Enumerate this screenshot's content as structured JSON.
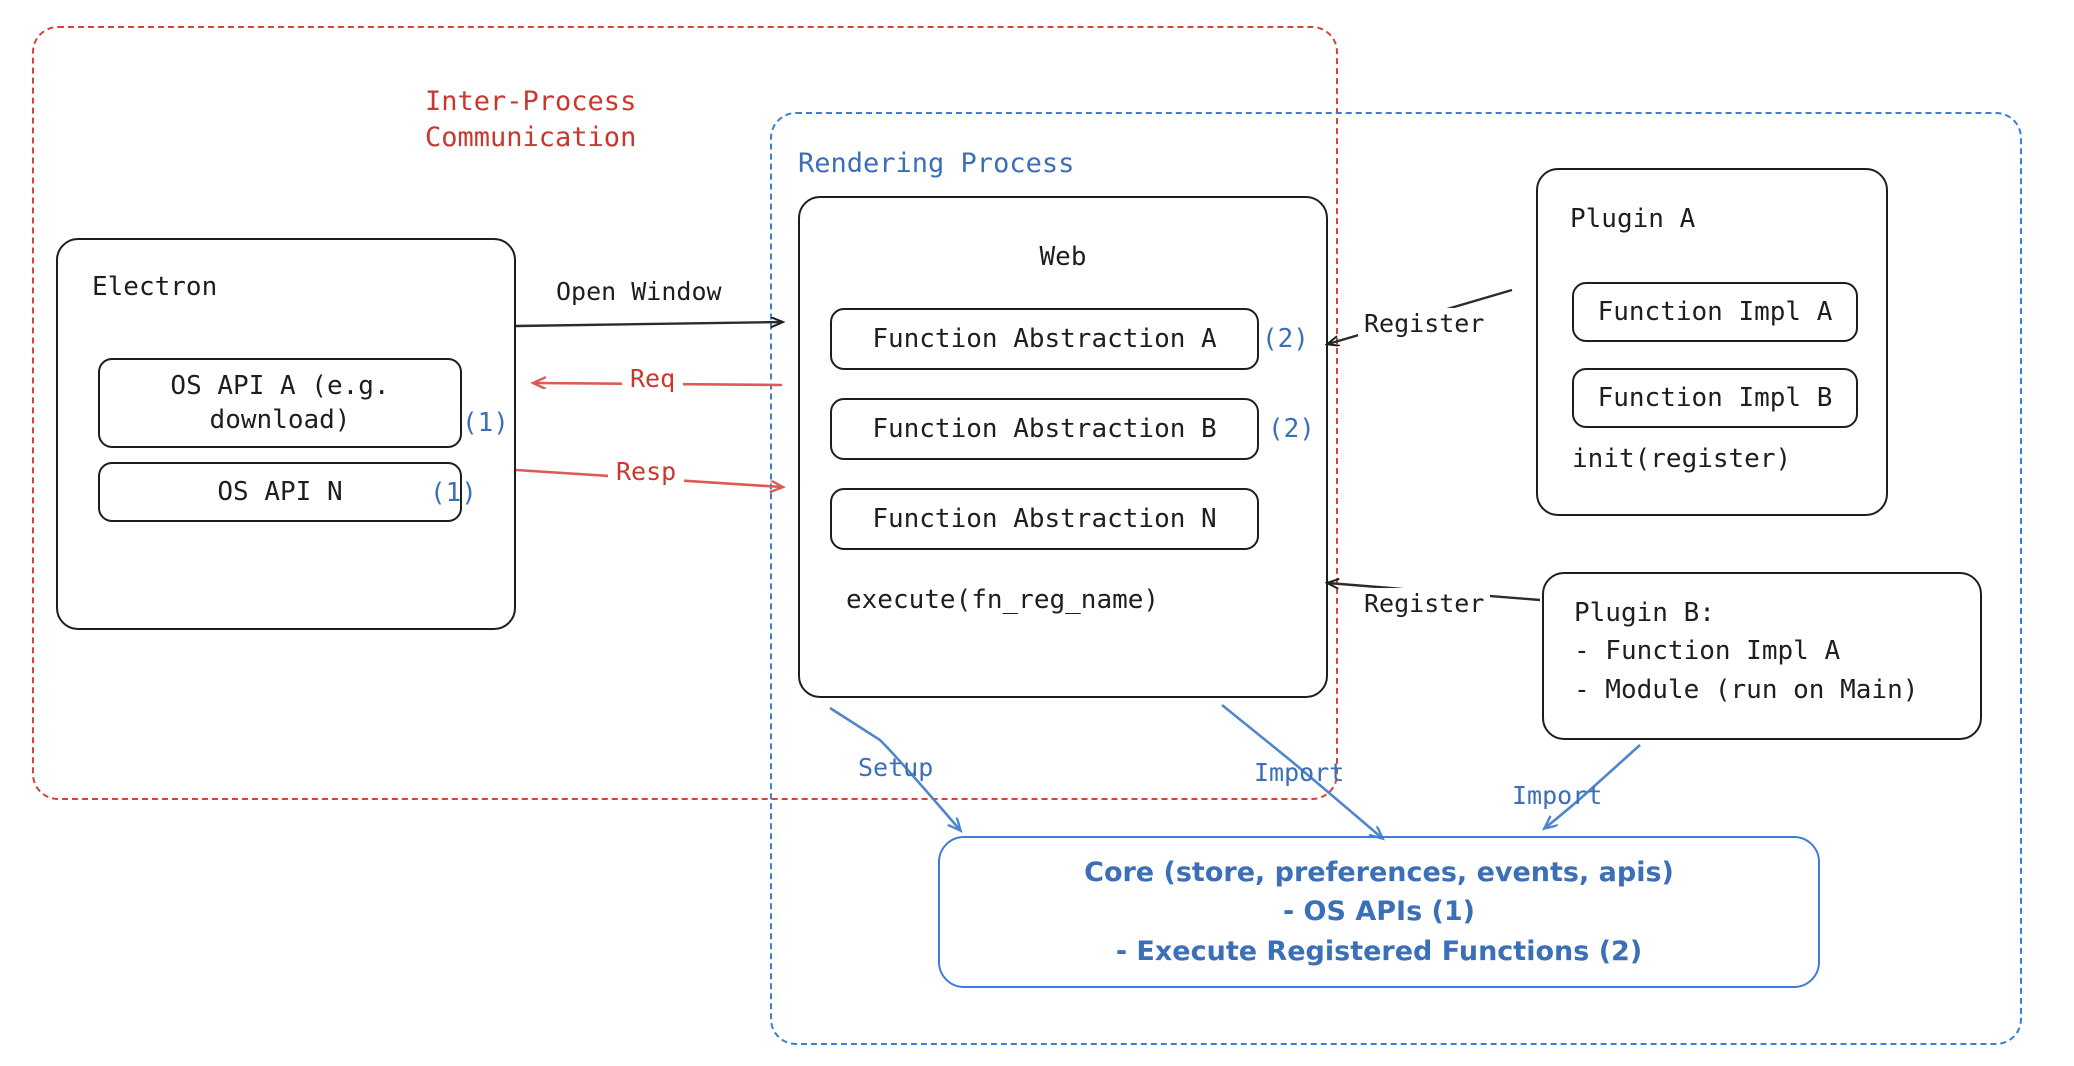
{
  "diagram": {
    "title": "Electron plugin architecture",
    "colors": {
      "ipc_red": "#c9372e",
      "dash_red": "#d1453b",
      "process_blue": "#3b6fb8",
      "dash_blue": "#3b7dd8",
      "ink": "#1e1e1e"
    },
    "containers": [
      {
        "id": "ipc",
        "label": "Inter-Process\nCommunication",
        "style": "dashed-red"
      },
      {
        "id": "rendering",
        "label": "Rendering Process",
        "style": "dashed-blue"
      }
    ],
    "nodes": {
      "electron": {
        "title": "Electron",
        "items": [
          {
            "label": "OS API A (e.g.\ndownload)",
            "marker": "(1)"
          },
          {
            "label": "OS API N",
            "marker": "(1)"
          }
        ]
      },
      "web": {
        "title": "Web",
        "items": [
          {
            "label": "Function Abstraction A",
            "marker": "(2)"
          },
          {
            "label": "Function Abstraction B",
            "marker": "(2)"
          },
          {
            "label": "Function Abstraction N",
            "marker": ""
          }
        ],
        "footer": "execute(fn_reg_name)"
      },
      "plugin_a": {
        "title": "Plugin A",
        "items": [
          {
            "label": "Function Impl A"
          },
          {
            "label": "Function Impl B"
          }
        ],
        "footer": "init(register)"
      },
      "plugin_b": {
        "lines": [
          "Plugin B:",
          "- Function Impl A",
          "- Module (run on Main)"
        ]
      },
      "core": {
        "lines": [
          "Core (store, preferences, events, apis)",
          "- OS APIs (1)",
          "- Execute Registered Functions (2)"
        ]
      }
    },
    "edges": [
      {
        "id": "open-window",
        "label": "Open Window",
        "color": "ink",
        "direction": "right"
      },
      {
        "id": "req",
        "label": "Req",
        "color": "red",
        "direction": "left"
      },
      {
        "id": "resp",
        "label": "Resp",
        "color": "red",
        "direction": "right"
      },
      {
        "id": "register-a",
        "label": "Register",
        "color": "ink",
        "direction": "left"
      },
      {
        "id": "register-b",
        "label": "Register",
        "color": "ink",
        "direction": "left"
      },
      {
        "id": "setup",
        "label": "Setup",
        "color": "blue",
        "direction": "down"
      },
      {
        "id": "import-web",
        "label": "Import",
        "color": "blue",
        "direction": "down"
      },
      {
        "id": "import-plugin-b",
        "label": "Import",
        "color": "blue",
        "direction": "down-left"
      }
    ]
  }
}
